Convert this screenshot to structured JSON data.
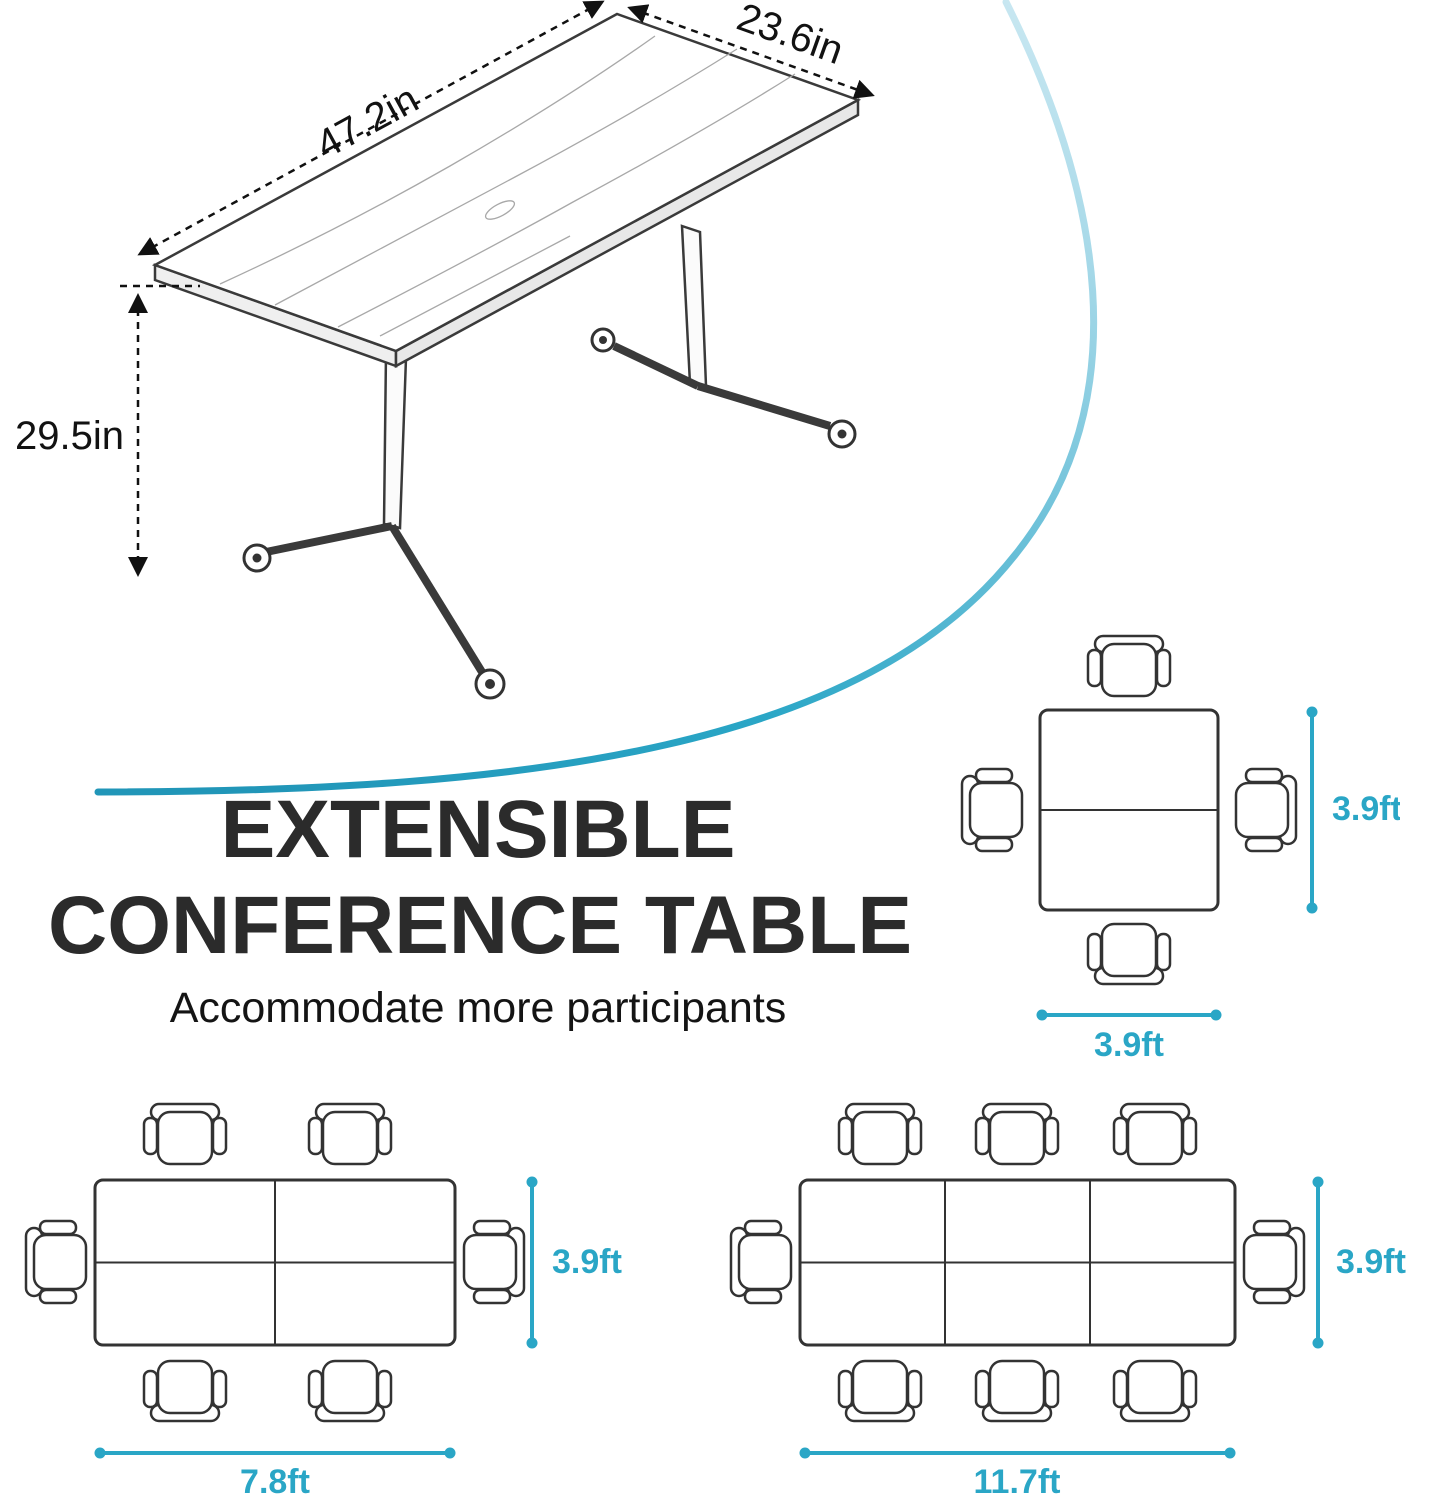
{
  "colors": {
    "accent": "#2aa6c6",
    "ink": "#2f2f2f"
  },
  "iso": {
    "length": "47.2in",
    "depth": "23.6in",
    "height": "29.5in"
  },
  "heading": {
    "line1": "EXTENSIBLE",
    "line2": "CONFERENCE TABLE",
    "subtitle": "Accommodate more participants"
  },
  "layouts": {
    "square": {
      "width": "3.9ft",
      "height": "3.9ft",
      "chairs": 4
    },
    "medium": {
      "width": "7.8ft",
      "height": "3.9ft",
      "chairs": 6
    },
    "large": {
      "width": "11.7ft",
      "height": "3.9ft",
      "chairs": 8
    }
  }
}
